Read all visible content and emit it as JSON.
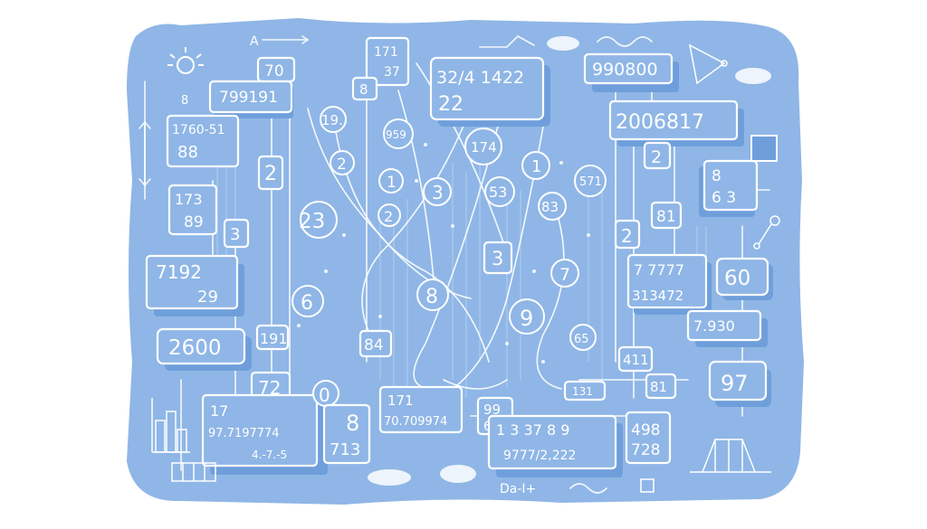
{
  "colors": {
    "background": "#ffffff",
    "panel": "#8fb6e6",
    "panel_shadow": "#6f9fdb",
    "ink": "#ffffff"
  },
  "labels": {
    "top_left_70": "70",
    "top_left_799191": "799191",
    "top_left_1760_51": "1760-51",
    "top_left_88": "88",
    "top_a": "A",
    "left_173": "173",
    "left_89": "89",
    "left_3": "3",
    "left_7192": "7192",
    "left_29": "29",
    "left_2600": "2600",
    "left_2": "2",
    "left_191": "191",
    "left_72": "72",
    "bottom_left_17": "17",
    "bottom_left_9_2": "97.7197774",
    "bottom_left_4_7_5": "4.-7.-5",
    "bottom_0": "0",
    "bottom_8": "8",
    "bottom_713": "713",
    "top_171": "171",
    "top_37": "37",
    "top_8": "8",
    "mid_19": "19.",
    "mid_959": "959",
    "mid_2a": "2",
    "mid_1a": "1",
    "mid_3": "3",
    "mid_23": "23",
    "mid_2b": "2",
    "mid_6": "6",
    "mid_8": "8",
    "mid_84": "84",
    "top_center_a": "32/4 1422",
    "top_center_b": "22",
    "mid_174": "174",
    "mid_53": "53",
    "mid_1b": "1",
    "mid_83": "83",
    "mid_571": "571",
    "mid_3b": "3",
    "mid_7": "7",
    "mid_9": "9",
    "mid_65": "65",
    "bottom_mid_171": "171",
    "bottom_mid_long": "70.709974",
    "bottom_mid_99": "99",
    "bottom_mid_61": "61",
    "bottom_mid_131": "131",
    "bottom_mid_137": "1 3 37 8 9",
    "bottom_mid_long2": "9777/2,222",
    "bottom_mid_498": "498",
    "bottom_mid_728": "728",
    "bottom_text": "Da-I+",
    "right_990800": "990800",
    "right_2006817": "2006817",
    "right_2a": "2",
    "right_863a": "8",
    "right_863b": "6 3",
    "right_81": "81",
    "right_2b": "2",
    "right_7777": "7 7777",
    "right_60": "60",
    "right_313472": "313472",
    "right_7930": "7.930",
    "right_411": "411",
    "right_81b": "81",
    "right_97": "97",
    "small_8": "8"
  }
}
